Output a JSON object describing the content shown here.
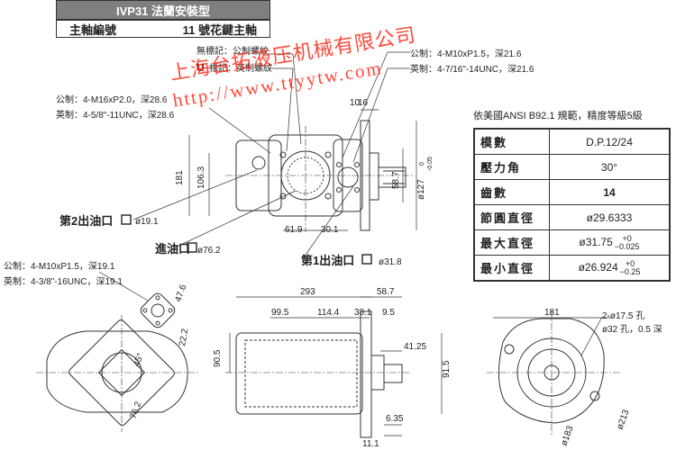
{
  "header": {
    "title": "IVP31 法蘭安裝型",
    "row_left": "主軸編號",
    "row_right": "11 號花鍵主軸"
  },
  "thread_note": {
    "no_mark": "無標記：公制螺紋",
    "u_mark": "U",
    "u_text": "標記：英制螺紋"
  },
  "callouts": {
    "top_right_metric": "公制：4-M10xP1.5，深21.6",
    "top_right_imperial": "英制：4-7/16\"-14UNC，深21.6",
    "left_metric": "公制：4-M16xP2.0，深28.6",
    "left_imperial": "英制：4-5/8\"-11UNC，深28.6",
    "bottom_left_metric": "公制：4-M10xP1.5，深19.1",
    "bottom_left_imperial": "英制：4-3/8\"-16UNC，深19.1",
    "holes_1": "2-ø17.5 孔",
    "holes_2": "ø32 孔，0.5 深"
  },
  "ports": {
    "outlet2_label": "第2出油口",
    "outlet2_size": "ø19.1",
    "inlet_label": "進油口",
    "inlet_size": "ø76.2",
    "outlet1_label": "第1出油口",
    "outlet1_size": "ø31.8"
  },
  "dims": {
    "top": {
      "d10": "10",
      "d16": "16",
      "d181": "181",
      "d106": "106.3",
      "d61": "61.9",
      "d30": "30.1",
      "d58": "58.7",
      "d127": "ø127",
      "tol_up": "0",
      "tol_dn": "-0.05"
    },
    "port_flange": {
      "d47": "47.6",
      "d22": "22.2",
      "d45": "45°",
      "d76": "76.2"
    },
    "side": {
      "d293": "293",
      "d58": "58.7",
      "d99": "99.5",
      "d114": "114.4",
      "d38": "38.1",
      "d9": "9.5",
      "d90": "90.5",
      "d41": "41.25",
      "d91": "91.5",
      "d6": "6.35",
      "d11": "11.1"
    },
    "front": {
      "d181": "181",
      "d213": "ø213",
      "d183": "ø183"
    }
  },
  "specs": {
    "caption": "依美國ANSI B92.1 規範，精度等級5級",
    "rows": [
      {
        "k": "模數",
        "v": "D.P.12/24"
      },
      {
        "k": "壓力角",
        "v": "30°"
      },
      {
        "k": "齒數",
        "v": "14"
      },
      {
        "k": "節圓直徑",
        "v": "ø29.6333"
      },
      {
        "k": "最大直徑",
        "v": "ø31.75",
        "tu": "+0",
        "td": "−0.025"
      },
      {
        "k": "最小直徑",
        "v": "ø26.924",
        "tu": "+0",
        "td": "−0.25"
      }
    ]
  },
  "watermark": {
    "line1": "上海台拓液压机械有限公司",
    "line2": "http://www.ttyytw.com"
  },
  "colors": {
    "line": "#333333",
    "watermark": "#ff2a1a",
    "header_bg": "#7f7f7f"
  }
}
